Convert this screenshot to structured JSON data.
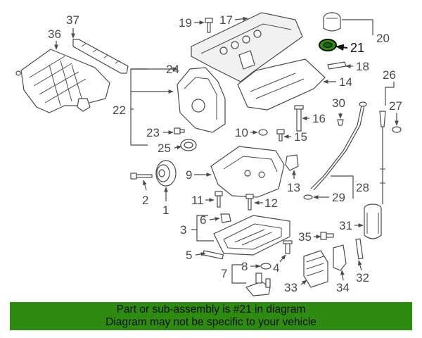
{
  "diagram": {
    "callouts": [
      "1",
      "2",
      "3",
      "4",
      "5",
      "6",
      "7",
      "8",
      "9",
      "10",
      "11",
      "12",
      "13",
      "14",
      "15",
      "16",
      "17",
      "18",
      "19",
      "20",
      "21",
      "22",
      "23",
      "24",
      "25",
      "26",
      "27",
      "28",
      "29",
      "30",
      "31",
      "32",
      "33",
      "34",
      "35",
      "36",
      "37"
    ],
    "highlighted_callout": "21",
    "highlight_color": "#2f8a12"
  },
  "banner": {
    "line1": "Part or sub-assembly is #21 in diagram",
    "line2": "Diagram may not be specific to your vehicle",
    "background": "#2f8a12"
  }
}
